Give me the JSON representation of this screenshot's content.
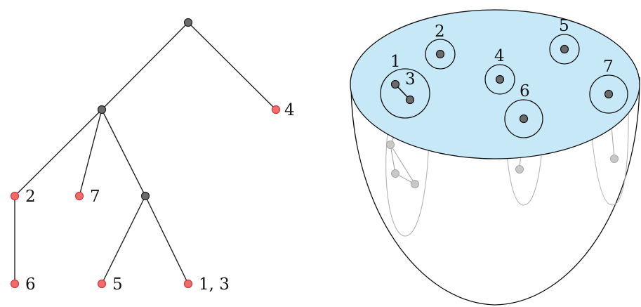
{
  "tree": {
    "leaf_labels": {
      "n4": "4",
      "n2": "2",
      "n7": "7",
      "n6": "6",
      "n5": "5",
      "n13": "1, 3"
    },
    "colors": {
      "inner": "#6b6b6b",
      "leaf": "#f26b6b"
    }
  },
  "bowl": {
    "labels": {
      "c1": "1",
      "c2": "2",
      "c3": "3",
      "c4": "4",
      "c5": "5",
      "c6": "6",
      "c7": "7"
    },
    "colors": {
      "surface": "#c7e8f7",
      "ghost_node": "#c8c8c8"
    }
  }
}
